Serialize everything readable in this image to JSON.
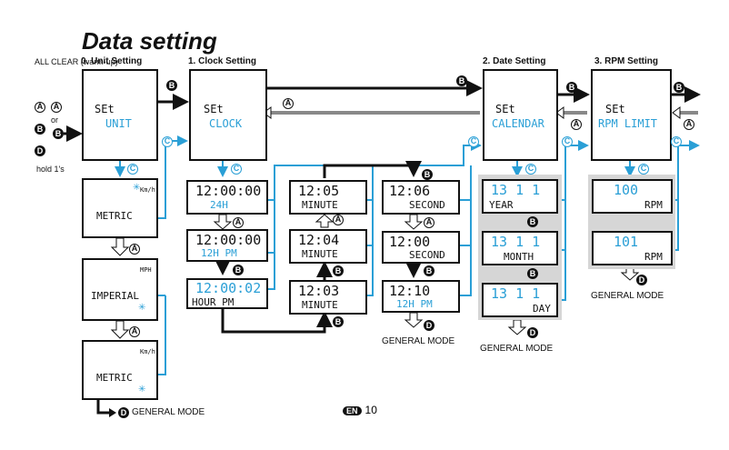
{
  "title": "Data setting",
  "sections": {
    "unit": "0. Unit Setting",
    "clock": "1. Clock Setting",
    "date": "2. Date Setting",
    "rpm": "3. RPM Setting"
  },
  "left_note": {
    "all_clear": "ALL CLEAR (warm-up)",
    "or": "or",
    "hold": "hold 1's"
  },
  "buttons": {
    "a": "A",
    "b": "B",
    "c": "C",
    "d": "D"
  },
  "main_screens": {
    "unit": {
      "line1": "SEt",
      "line2": "UNIT"
    },
    "clock": {
      "line1": "SEt",
      "line2": "CLOCK"
    },
    "date": {
      "line1": "SEt",
      "line2": "CALENDAR"
    },
    "rpm": {
      "line1": "SEt",
      "line2": "RPM LIMIT"
    }
  },
  "unit_screens": [
    {
      "unit": "Km/h",
      "text": "METRIC"
    },
    {
      "unit": "MPH",
      "text": "IMPERIAL"
    },
    {
      "unit": "Km/h",
      "text": "METRIC"
    }
  ],
  "clock_col1": [
    {
      "digits": "12:00:00",
      "sub": "24H"
    },
    {
      "digits": "12:00:00",
      "sub": "12H PM"
    },
    {
      "digits": "12:00:02",
      "sub": "HOUR PM"
    }
  ],
  "clock_col2": [
    {
      "digits": "12:05",
      "sub": "MINUTE"
    },
    {
      "digits": "12:04",
      "sub": "MINUTE"
    },
    {
      "digits": "12:03",
      "sub": "MINUTE"
    }
  ],
  "clock_col3": [
    {
      "digits": "12:06",
      "sub": "SECOND"
    },
    {
      "digits": "12:00",
      "sub": "SECOND"
    },
    {
      "digits": "12:10",
      "sub": "12H PM"
    }
  ],
  "date_screens": [
    {
      "digits": "13  1 1",
      "sub": "YEAR"
    },
    {
      "digits": "13  1 1",
      "sub": "MONTH"
    },
    {
      "digits": "13  1 1",
      "sub": "DAY"
    }
  ],
  "rpm_screens": [
    {
      "digits": "100",
      "sub": "RPM"
    },
    {
      "digits": "101",
      "sub": "RPM"
    }
  ],
  "general_mode": "GENERAL MODE",
  "footer": {
    "lang": "EN",
    "page": "10"
  }
}
